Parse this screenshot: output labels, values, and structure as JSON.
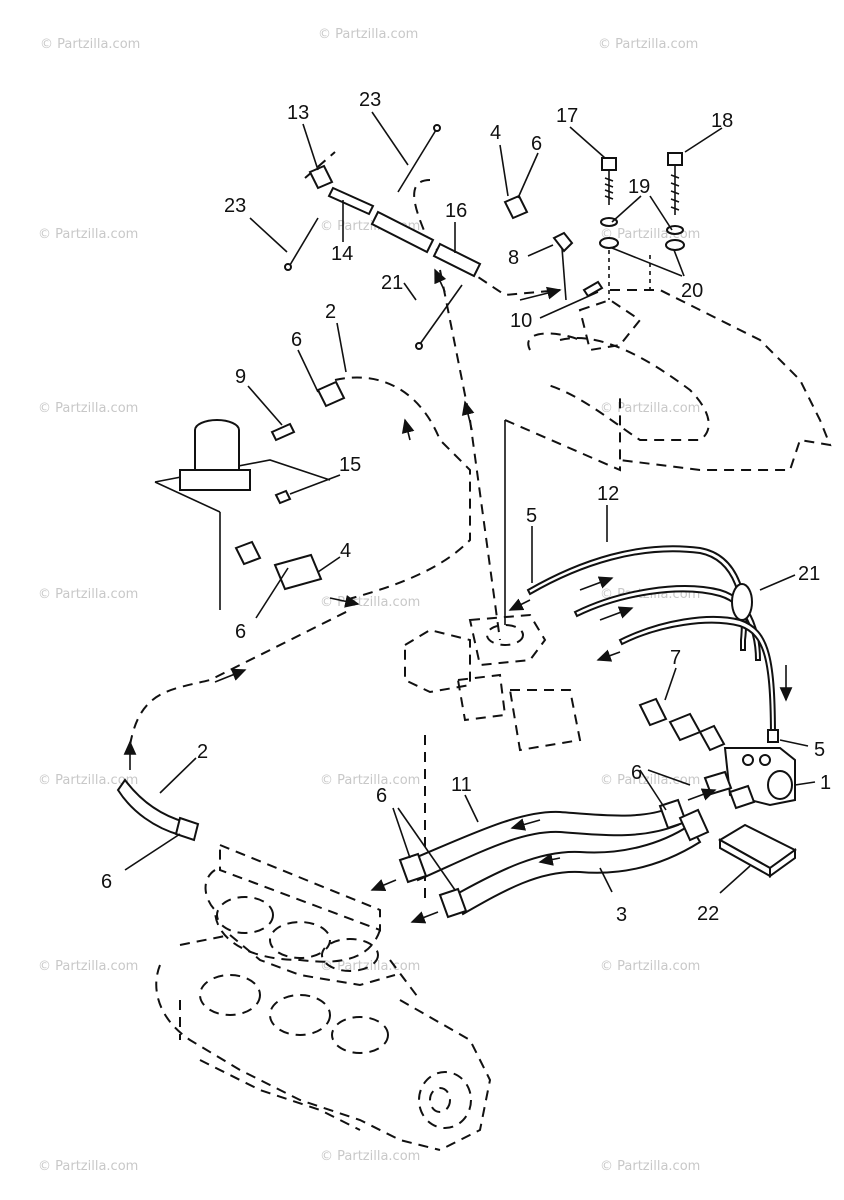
{
  "watermark": "© Partzilla.com",
  "callouts": [
    "1",
    "2",
    "3",
    "4",
    "5",
    "6",
    "7",
    "8",
    "9",
    "10",
    "11",
    "12",
    "13",
    "14",
    "15",
    "16",
    "17",
    "18",
    "19",
    "20",
    "21",
    "22",
    "23"
  ],
  "colors": {
    "ink": "#111111",
    "watermark": "#c8c8c8",
    "background": "#ffffff"
  }
}
